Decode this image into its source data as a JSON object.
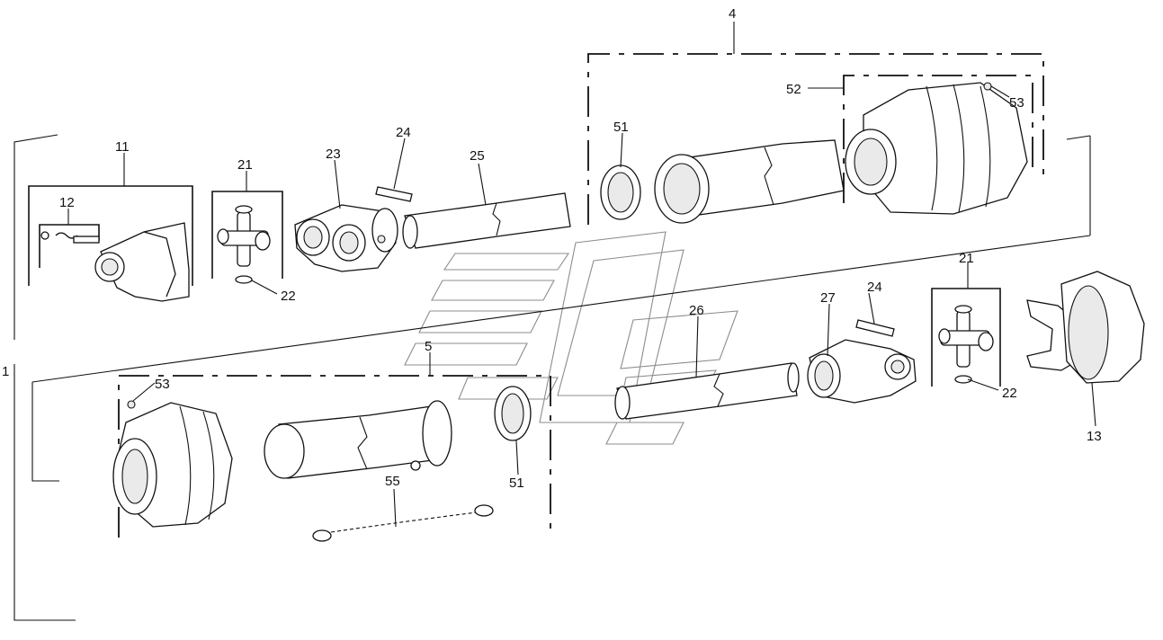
{
  "labels": {
    "l1": "1",
    "l4": "4",
    "l5": "5",
    "l11": "11",
    "l12": "12",
    "l13": "13",
    "l21a": "21",
    "l21b": "21",
    "l22a": "22",
    "l22b": "22",
    "l23": "23",
    "l24a": "24",
    "l24b": "24",
    "l25": "25",
    "l26": "26",
    "l27": "27",
    "l51a": "51",
    "l51b": "51",
    "l52": "52",
    "l53a": "53",
    "l53b": "53",
    "l55": "55"
  }
}
